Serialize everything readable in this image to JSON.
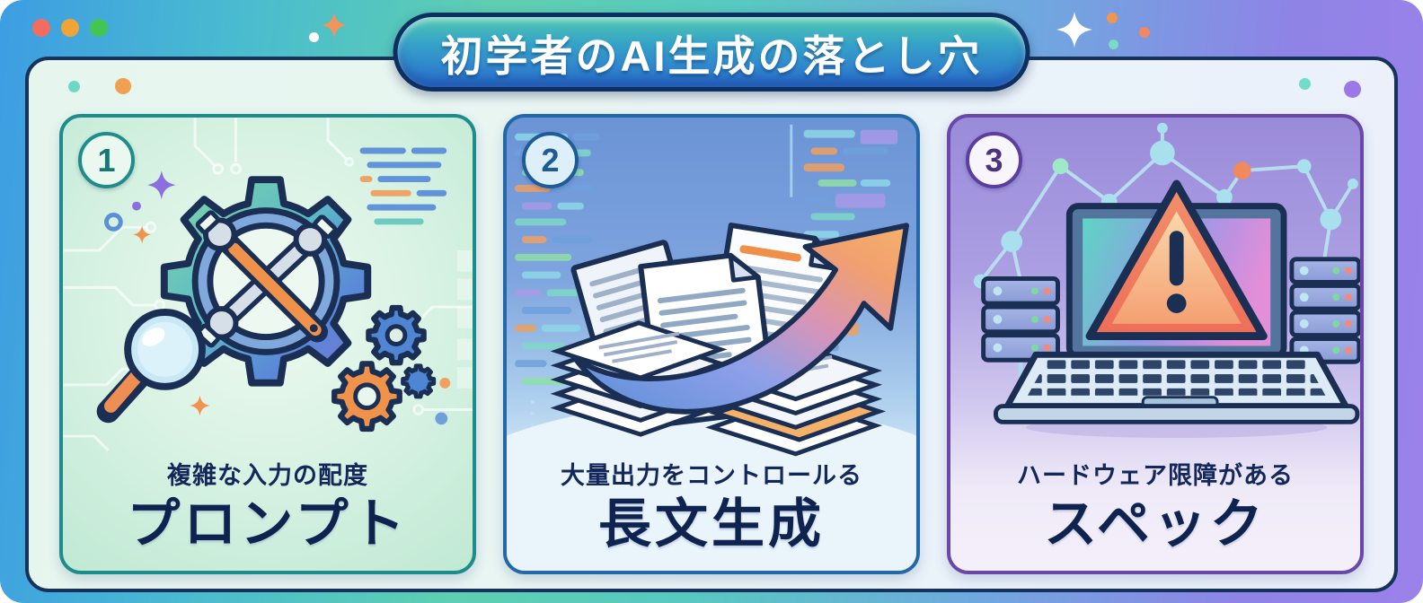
{
  "header": {
    "title": "初学者のAI生成の落とし穴"
  },
  "window": {
    "traffic_lights": {
      "red": "#F26D60",
      "orange": "#F0A438",
      "green": "#43C553"
    }
  },
  "cards": [
    {
      "number": "1",
      "subtitle": "複雑な入力の配度",
      "title": "プロンプト",
      "accent": "#1F8C8C",
      "illustration": "gear-with-crossed-wrenches-magnifier-and-circuit-pattern"
    },
    {
      "number": "2",
      "subtitle": "大量出力をコントロールる",
      "title": "長文生成",
      "accent": "#2368A8",
      "illustration": "document-stacks-with-growth-arrow-over-code-background"
    },
    {
      "number": "3",
      "subtitle": "ハードウェア限障がある",
      "title": "スペック",
      "accent": "#6A48A8",
      "illustration": "laptop-with-warning-triangle-server-racks-network"
    }
  ],
  "colors": {
    "frame_gradient": [
      "#3D9DE2",
      "#5ECFB0",
      "#9B82EA"
    ],
    "panel_border": "#16335C",
    "title_pill_fill": [
      "#4FC9B0",
      "#2B6FD0"
    ],
    "text_navy": "#0F2350",
    "warning_orange": "#F07860"
  }
}
